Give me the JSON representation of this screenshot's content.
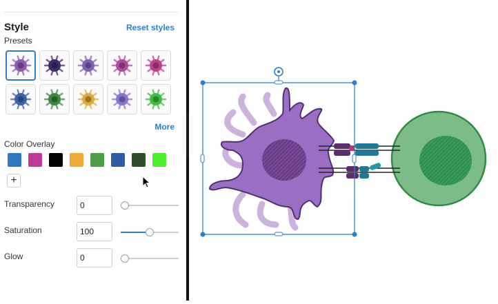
{
  "panel": {
    "title": "Style",
    "reset_label": "Reset styles",
    "presets_label": "Presets",
    "more_label": "More",
    "presets": [
      {
        "color": "#8e5bb5",
        "selected": true
      },
      {
        "color": "#3f2c6e"
      },
      {
        "color": "#7e62b8"
      },
      {
        "color": "#b24a9e"
      },
      {
        "color": "#c2408a"
      },
      {
        "color": "#3e63b0"
      },
      {
        "color": "#3a8a43"
      },
      {
        "color": "#e2a93a"
      },
      {
        "color": "#8b74d6"
      },
      {
        "color": "#3fbf3f"
      }
    ],
    "color_overlay_label": "Color Overlay",
    "swatches": [
      "#2f78c4",
      "#c0399a",
      "#000000",
      "#efa93a",
      "#4d9d44",
      "#2d5ba8",
      "#2e4f2a",
      "#4eef2e"
    ],
    "add_label": "+",
    "transparency": {
      "label": "Transparency",
      "value": "0",
      "level": 0
    },
    "saturation": {
      "label": "Saturation",
      "value": "100",
      "level": 0.5
    },
    "glow": {
      "label": "Glow",
      "value": "0",
      "level": 0
    }
  },
  "colors": {
    "accent": "#2a7fc9",
    "dendritic": "#9a6ec2",
    "tcell": "#7cbd87"
  }
}
